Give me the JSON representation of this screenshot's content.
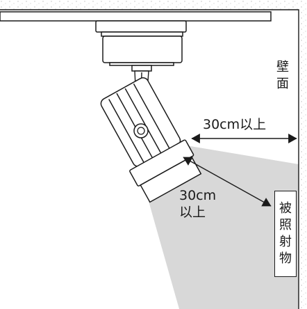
{
  "labels": {
    "wall": "壁面",
    "wall_distance": "30cm以上",
    "object_distance_line1": "30cm",
    "object_distance_line2": "以上",
    "target_object": "被照射物"
  },
  "colors": {
    "line": "#1a1a1a",
    "light_cone": "#d8d8d8",
    "texture_dot": "#b9b9b9"
  }
}
